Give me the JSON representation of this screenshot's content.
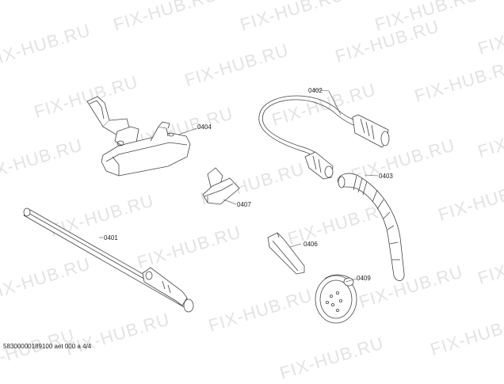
{
  "watermark": "FIX-HUB.RU",
  "footer": "58300000189100 aet 000 a 4/4",
  "parts": {
    "p0402": "0402",
    "p0403": "0403",
    "p0404": "0404",
    "p0406": "0406",
    "p0407": "0407",
    "p0409": "0409",
    "p0401": "0401"
  }
}
